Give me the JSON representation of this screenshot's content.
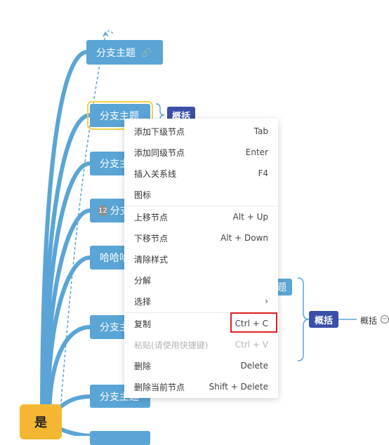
{
  "mindmap": {
    "root": "是",
    "branches": [
      {
        "label": "分支主题",
        "icon": "link-icon"
      },
      {
        "label": "分支主题",
        "selected": true
      },
      {
        "label": "分支主题"
      },
      {
        "label": "分支主题",
        "badge": "12"
      },
      {
        "label": "哈哈哈哈"
      },
      {
        "label": "分支主题"
      },
      {
        "label": "分支主题"
      },
      {
        "label": ""
      }
    ],
    "summary_top": "概括",
    "summary_right": "概括",
    "summary_right_child": "概括",
    "partial_topic": "题",
    "colors": {
      "branch": "#5aa5d6",
      "root": "#f5b731",
      "summary": "#3b4fa7",
      "highlight": "#e02020",
      "selection": "#f5cf4b"
    }
  },
  "context_menu": {
    "items": [
      {
        "label": "添加下级节点",
        "shortcut": "Tab"
      },
      {
        "label": "添加同级节点",
        "shortcut": "Enter"
      },
      {
        "label": "插入关系线",
        "shortcut": "F4"
      },
      {
        "label": "图标",
        "shortcut": ""
      },
      {
        "label": "上移节点",
        "shortcut": "Alt + Up"
      },
      {
        "label": "下移节点",
        "shortcut": "Alt + Down"
      },
      {
        "label": "清除样式",
        "shortcut": ""
      },
      {
        "label": "分解",
        "shortcut": ""
      },
      {
        "label": "选择",
        "shortcut": "›"
      },
      {
        "label": "复制",
        "shortcut": "Ctrl + C"
      },
      {
        "label": "粘贴(请使用快捷键)",
        "shortcut": "Ctrl + V",
        "disabled": true
      },
      {
        "label": "删除",
        "shortcut": "Delete"
      },
      {
        "label": "删除当前节点",
        "shortcut": "Shift + Delete"
      }
    ]
  }
}
